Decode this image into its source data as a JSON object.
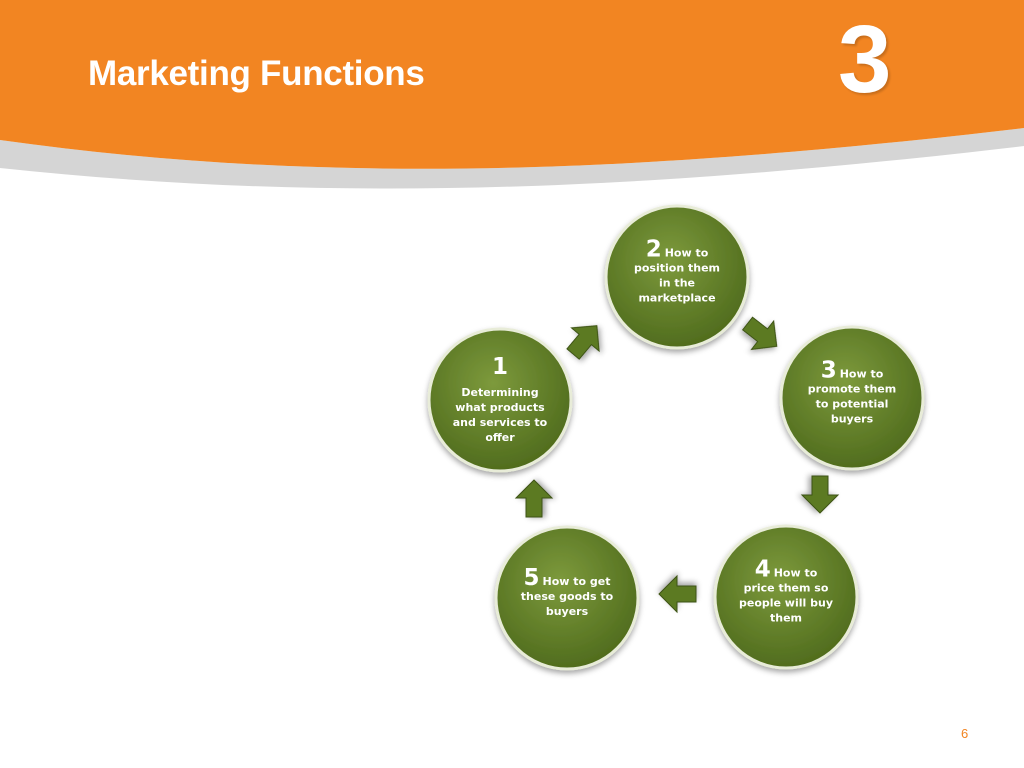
{
  "slide": {
    "title": "Marketing Functions",
    "chapter_number": "3",
    "page_number": "6"
  },
  "colors": {
    "header_orange": "#f28522",
    "swoosh_gray": "#d5d5d5",
    "node_green": "#4e6a1c",
    "node_green_light": "#7d9a3c",
    "node_border": "#e8ecd8",
    "arrow_green": "#5b7a22",
    "page_number": "#f28522"
  },
  "cycle": {
    "nodes": [
      {
        "number": "1",
        "lines": [
          "Determining",
          "what products",
          "and services to",
          "offer"
        ]
      },
      {
        "number": "2",
        "lines": [
          "How to",
          "position them",
          "in the",
          "marketplace"
        ]
      },
      {
        "number": "3",
        "lines": [
          "How to",
          "promote them",
          "to potential",
          "buyers"
        ]
      },
      {
        "number": "4",
        "lines": [
          "How to",
          "price them so",
          "people will buy",
          "them"
        ]
      },
      {
        "number": "5",
        "lines": [
          "How to get",
          "these goods to",
          "buyers"
        ]
      }
    ],
    "arrows": [
      {
        "from": "1",
        "to": "2"
      },
      {
        "from": "2",
        "to": "3"
      },
      {
        "from": "3",
        "to": "4"
      },
      {
        "from": "4",
        "to": "5"
      },
      {
        "from": "5",
        "to": "1"
      }
    ]
  }
}
